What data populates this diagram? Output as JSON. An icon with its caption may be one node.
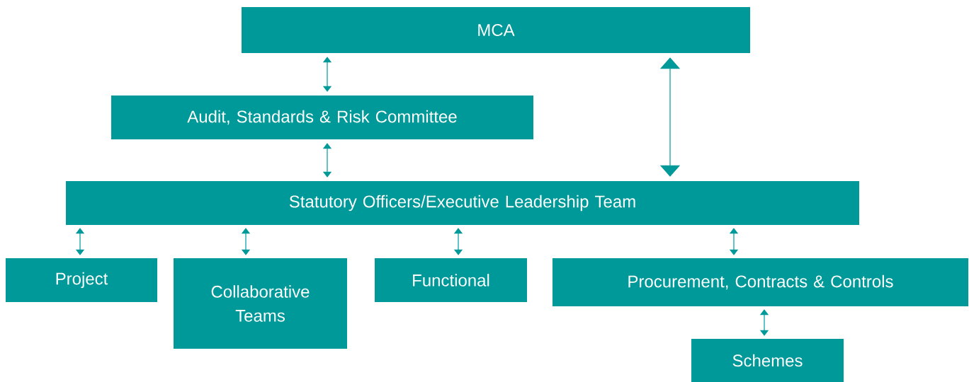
{
  "diagram": {
    "nodes": [
      {
        "text": [
          "MCA"
        ]
      },
      {
        "text": [
          "Audit, Standards & Risk Committee"
        ]
      },
      {
        "text": [
          "Statutory Officers/Executive Leadership Team"
        ]
      },
      {
        "text": [
          "Project"
        ]
      },
      {
        "text": [
          "Collaborative Teams"
        ]
      },
      {
        "text": [
          "Functional"
        ]
      },
      {
        "text": [
          "Procurement, Contracts & Controls"
        ]
      },
      {
        "text": [
          "Schemes"
        ]
      }
    ],
    "edges": [
      {
        "from": 0,
        "to": 1,
        "arrow": "both"
      },
      {
        "from": 1,
        "to": 2,
        "arrow": "both"
      },
      {
        "from": 0,
        "to": 2,
        "arrow": "both"
      },
      {
        "from": 2,
        "to": 3,
        "arrow": "both"
      },
      {
        "from": 2,
        "to": 4,
        "arrow": "both"
      },
      {
        "from": 2,
        "to": 5,
        "arrow": "both"
      },
      {
        "from": 2,
        "to": 6,
        "arrow": "both"
      },
      {
        "from": 6,
        "to": 7,
        "arrow": "both"
      }
    ]
  }
}
